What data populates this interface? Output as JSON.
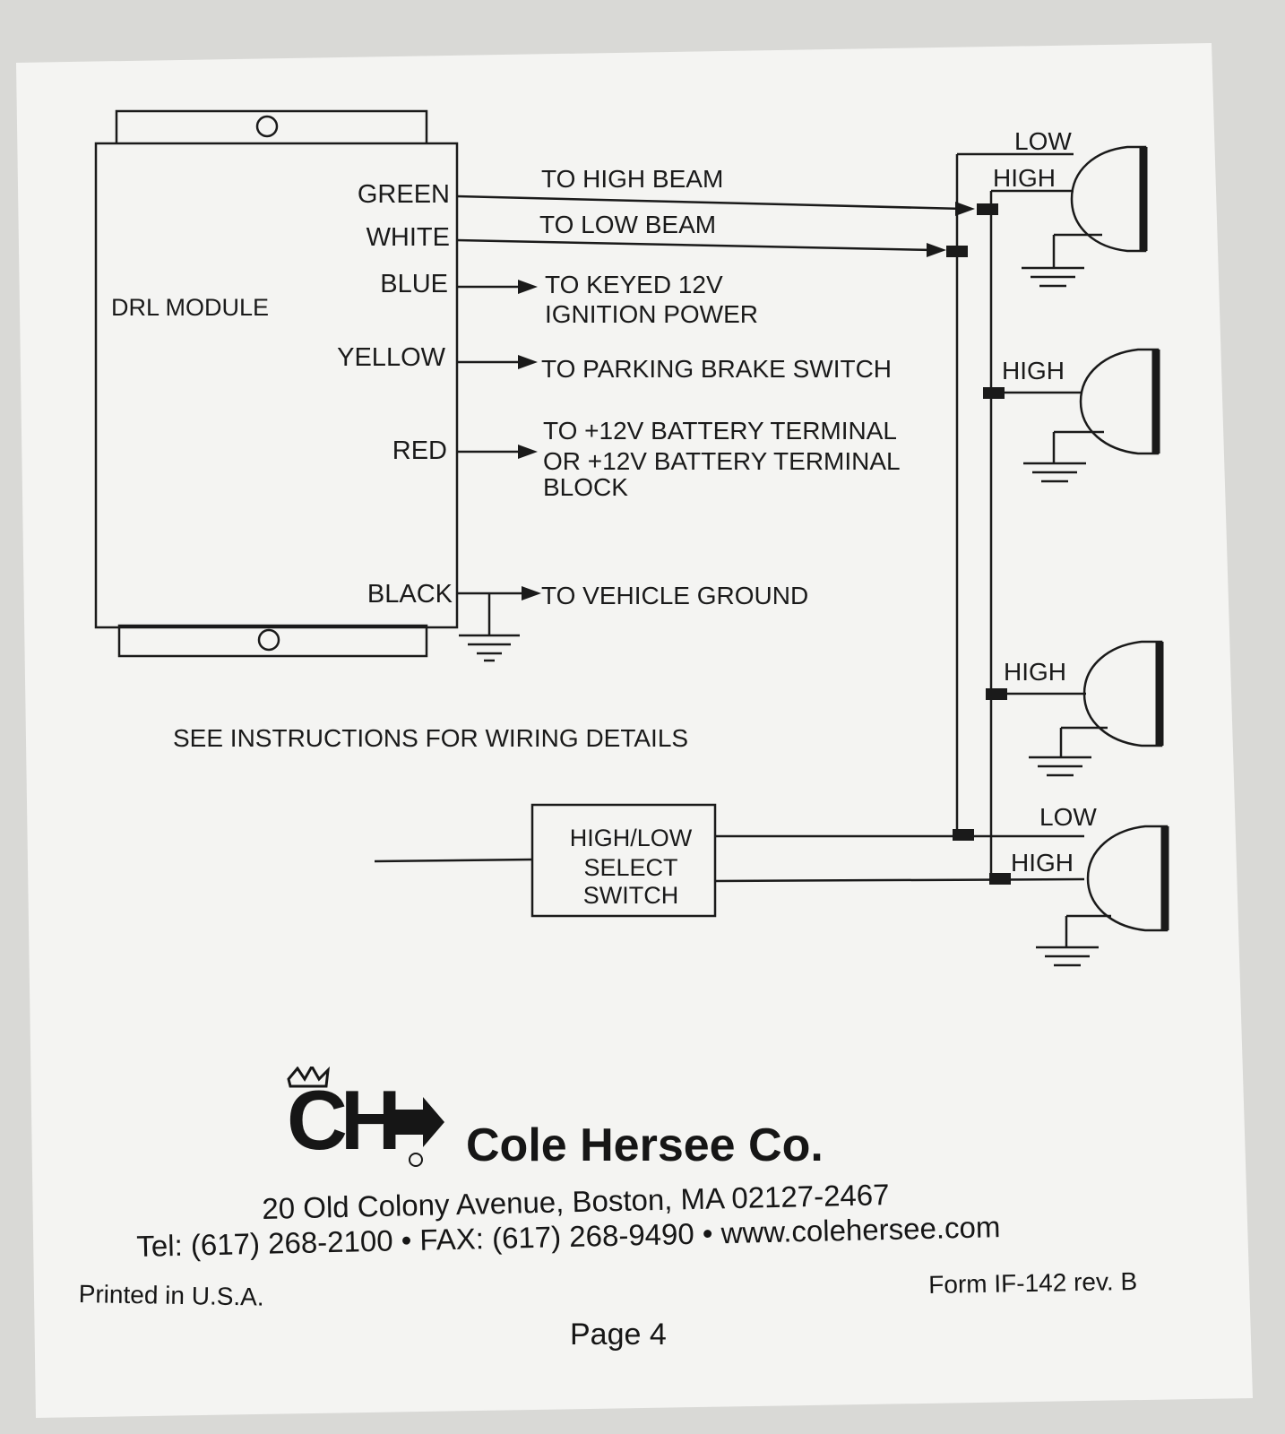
{
  "module": {
    "title": "DRL MODULE",
    "wires": [
      {
        "color_name": "GREEN",
        "destination": [
          "TO HIGH BEAM"
        ]
      },
      {
        "color_name": "WHITE",
        "destination": [
          "TO LOW BEAM"
        ]
      },
      {
        "color_name": "BLUE",
        "destination": [
          "TO KEYED 12V",
          "IGNITION POWER"
        ]
      },
      {
        "color_name": "YELLOW",
        "destination": [
          "TO PARKING BRAKE SWITCH"
        ]
      },
      {
        "color_name": "RED",
        "destination": [
          "TO +12V BATTERY TERMINAL",
          "OR +12V BATTERY TERMINAL",
          "BLOCK"
        ]
      },
      {
        "color_name": "BLACK",
        "destination": [
          "TO VEHICLE GROUND"
        ]
      }
    ]
  },
  "note": "SEE INSTRUCTIONS FOR WIRING DETAILS",
  "switch": {
    "lines": [
      "HIGH/LOW",
      "SELECT",
      "SWITCH"
    ]
  },
  "lamps": [
    {
      "low_label": "LOW",
      "high_label": "HIGH"
    },
    {
      "low_label": "",
      "high_label": "HIGH"
    },
    {
      "low_label": "",
      "high_label": "HIGH"
    },
    {
      "low_label": "LOW",
      "high_label": "HIGH"
    }
  ],
  "footer": {
    "logo_letters": "CH",
    "company": "Cole Hersee Co.",
    "address": "20 Old Colony Avenue, Boston, MA 02127-2467",
    "contact": "Tel: (617) 268-2100 • FAX: (617) 268-9490 • www.colehersee.com",
    "printed": "Printed in U.S.A.",
    "form": "Form IF-142 rev. B",
    "page": "Page 4"
  },
  "colors": {
    "paper": "#f4f4f2",
    "ink": "#1a1a1a",
    "background": "#d9d9d6"
  }
}
